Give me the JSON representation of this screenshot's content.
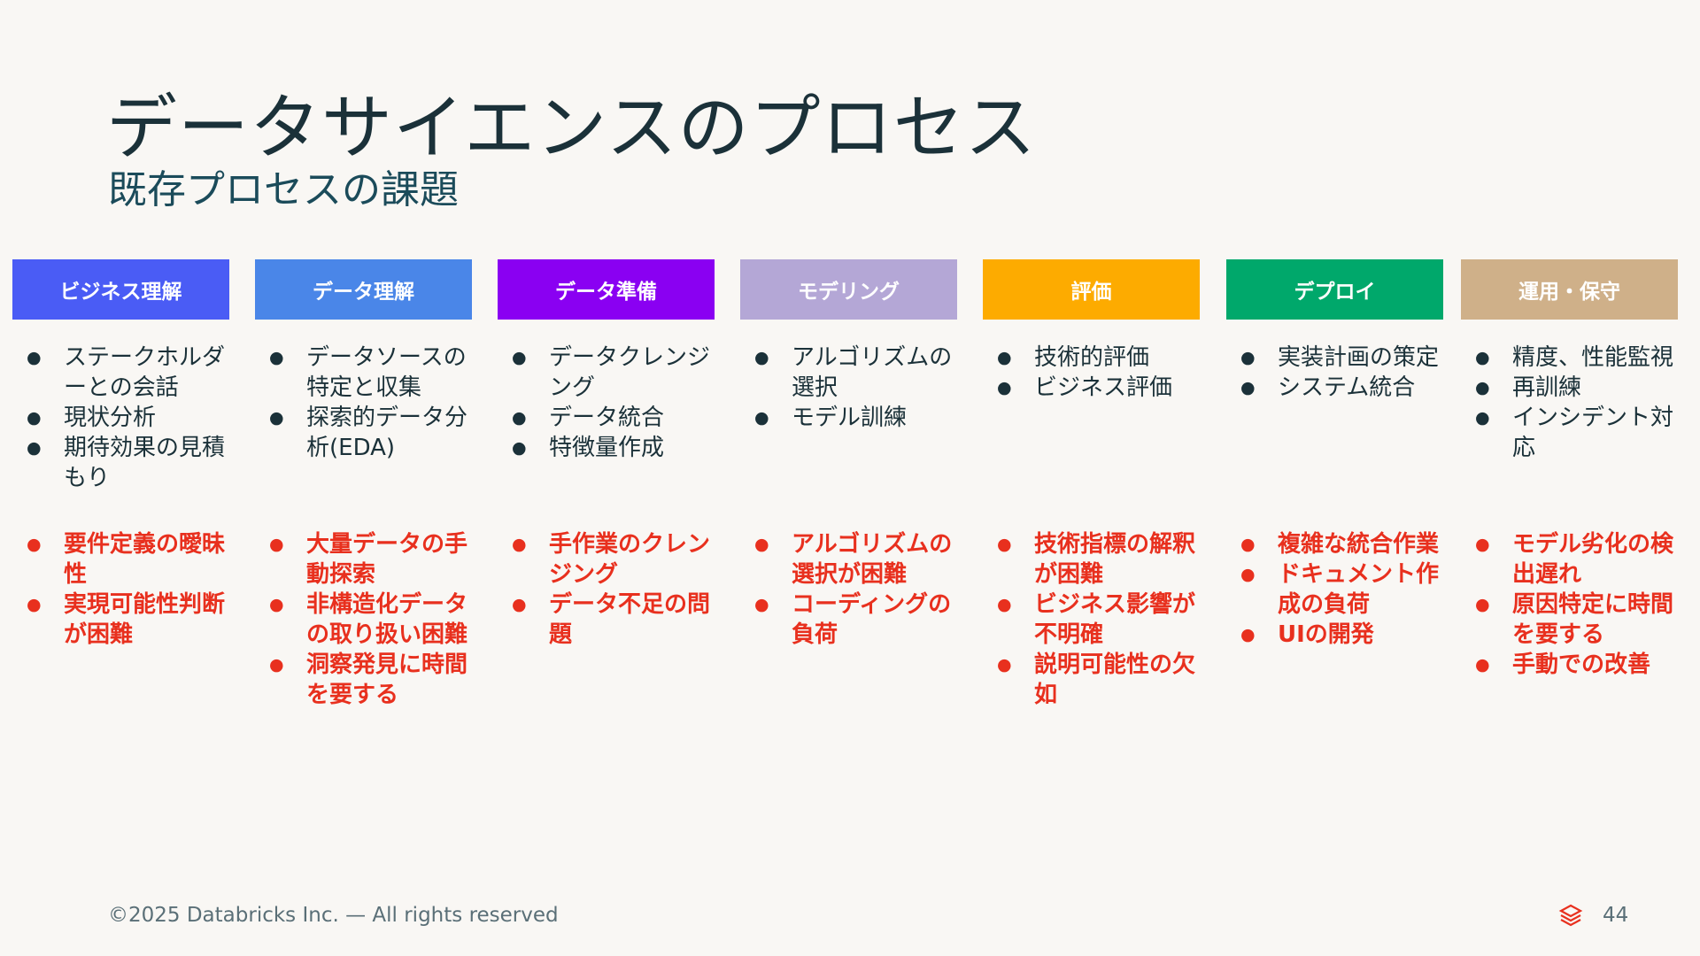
{
  "slide": {
    "title": "データサイエンスのプロセス",
    "subtitle": "既存プロセスの課題"
  },
  "colors": {
    "task_text": "#1B3139",
    "issue_text": "#E8301E",
    "background": "#F9F7F4"
  },
  "columns": [
    {
      "header": "ビジネス理解",
      "color": "#4A5CF5",
      "tasks": [
        "ステークホルダーとの会話",
        "現状分析",
        "期待効果の見積もり"
      ],
      "issues": [
        "要件定義の曖昧性",
        "実現可能性判断が困難"
      ]
    },
    {
      "header": "データ理解",
      "color": "#4A86E8",
      "tasks": [
        "データソースの特定と収集",
        "探索的データ分析(EDA)"
      ],
      "issues": [
        "大量データの手動探索",
        "非構造化データの取り扱い困難",
        "洞察発見に時間を要する"
      ]
    },
    {
      "header": "データ準備",
      "color": "#8A00F2",
      "tasks": [
        "データクレンジング",
        "データ統合",
        "特徴量作成"
      ],
      "issues": [
        "手作業のクレンジング",
        "データ不足の問題"
      ]
    },
    {
      "header": "モデリング",
      "color": "#B4A7D6",
      "tasks": [
        "アルゴリズムの選択",
        "モデル訓練"
      ],
      "issues": [
        "アルゴリズムの選択が困難",
        "コーディングの負荷"
      ]
    },
    {
      "header": "評価",
      "color": "#FDAB00",
      "tasks": [
        "技術的評価",
        "ビジネス評価"
      ],
      "issues": [
        "技術指標の解釈が困難",
        "ビジネス影響が不明確",
        "説明可能性の欠如"
      ]
    },
    {
      "header": "デプロイ",
      "color": "#00A86B",
      "tasks": [
        "実装計画の策定",
        "システム統合"
      ],
      "issues": [
        "複雑な統合作業",
        "ドキュメント作成の負荷",
        "UIの開発"
      ]
    },
    {
      "header": "運用・保守",
      "color": "#CFB089",
      "tasks": [
        "精度、性能監視",
        "再訓練",
        "インシデント対応"
      ],
      "issues": [
        "モデル劣化の検出遅れ",
        "原因特定に時間を要する",
        "手動での改善"
      ]
    }
  ],
  "footer": {
    "copyright": "©2025 Databricks Inc. — All rights reserved",
    "page_number": "44",
    "logo_icon": "databricks-logo-icon"
  }
}
